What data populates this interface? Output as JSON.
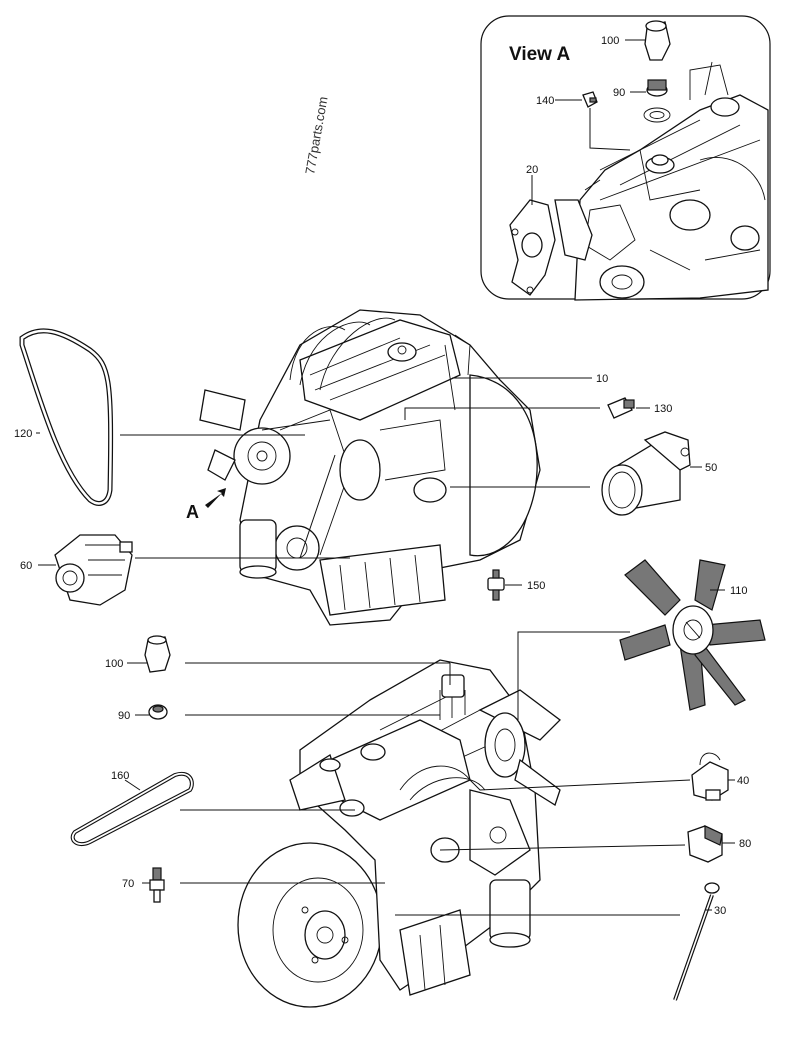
{
  "view_a": {
    "title": "View A"
  },
  "watermark": "777parts.com",
  "view_arrow_label": "A",
  "callouts": [
    {
      "id": "c100a",
      "text": "100"
    },
    {
      "id": "c90a",
      "text": "90"
    },
    {
      "id": "c140",
      "text": "140"
    },
    {
      "id": "c20",
      "text": "20"
    },
    {
      "id": "c10",
      "text": "10"
    },
    {
      "id": "c130",
      "text": "130"
    },
    {
      "id": "c120",
      "text": "120"
    },
    {
      "id": "c50",
      "text": "50"
    },
    {
      "id": "c60",
      "text": "60"
    },
    {
      "id": "c150",
      "text": "150"
    },
    {
      "id": "c110",
      "text": "110"
    },
    {
      "id": "c100b",
      "text": "100"
    },
    {
      "id": "c90b",
      "text": "90"
    },
    {
      "id": "c160",
      "text": "160"
    },
    {
      "id": "c40",
      "text": "40"
    },
    {
      "id": "c80",
      "text": "80"
    },
    {
      "id": "c70",
      "text": "70"
    },
    {
      "id": "c30",
      "text": "30"
    }
  ]
}
